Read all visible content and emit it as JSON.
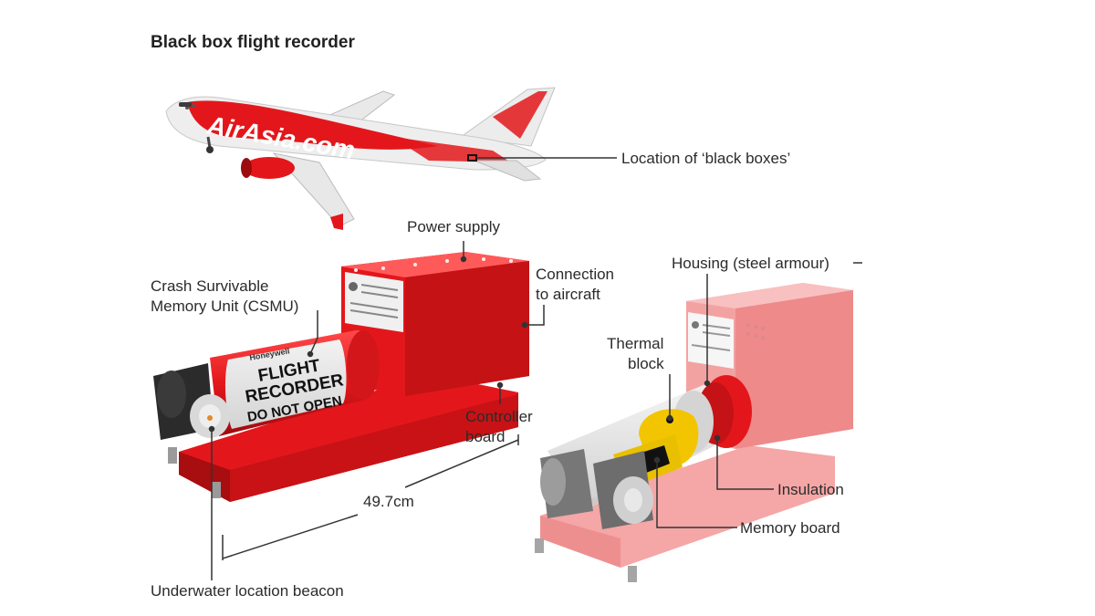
{
  "title": "Black box flight recorder",
  "aircraft": {
    "livery_text": "AirAsia.com"
  },
  "recorder": {
    "brand": "Honeywell",
    "label_lines": [
      "FLIGHT",
      "RECORDER",
      "DO NOT OPEN"
    ]
  },
  "labels": {
    "location": "Location of ‘black boxes’",
    "power_supply": "Power supply",
    "csmu_line1": "Crash Survivable",
    "csmu_line2": "Memory Unit (CSMU)",
    "connection_line1": "Connection",
    "connection_line2": "to aircraft",
    "controller_line1": "Controller",
    "controller_line2": "board",
    "dimension": "49.7cm",
    "beacon": "Underwater location beacon",
    "housing": "Housing (steel armour)",
    "thermal_line1": "Thermal",
    "thermal_line2": "block",
    "insulation": "Insulation",
    "memory_board": "Memory board"
  },
  "colors": {
    "accent_red": "#e3171b",
    "dark_red": "#a80d10",
    "faded_red": "#f07070",
    "thermal_yellow": "#f2c500",
    "leader_line": "#333333"
  }
}
